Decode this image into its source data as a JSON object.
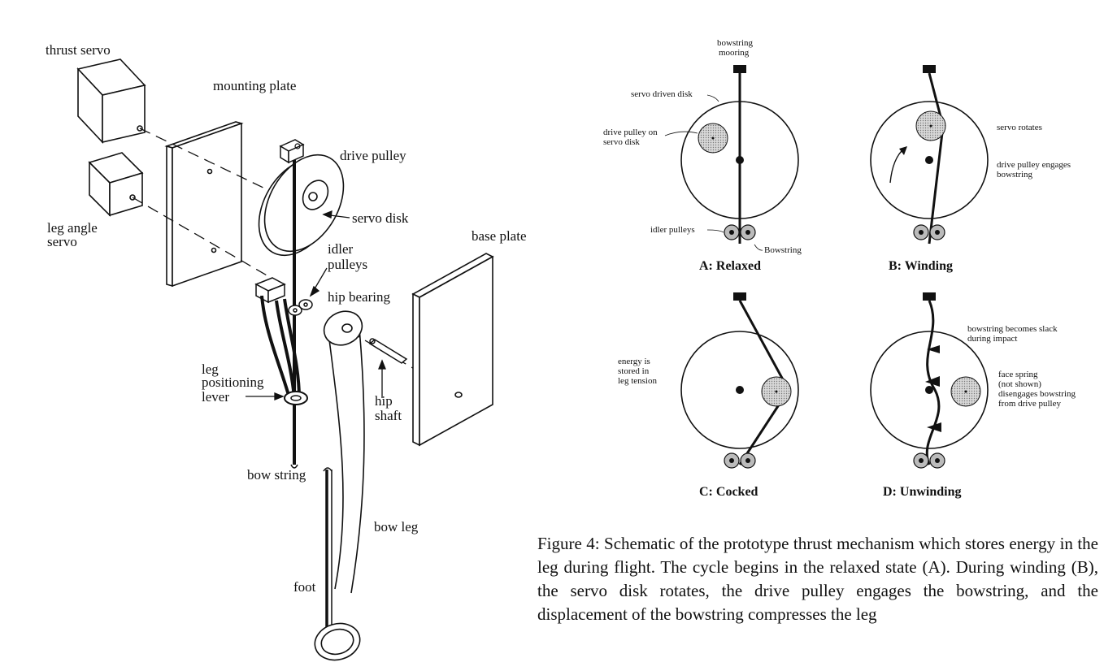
{
  "left_labels": {
    "thrust_servo": "thrust servo",
    "mounting_plate": "mounting plate",
    "drive_pulley": "drive pulley",
    "servo_disk": "servo disk",
    "leg_angle_servo_1": "leg angle",
    "leg_angle_servo_2": "servo",
    "base_plate": "base plate",
    "idler_pulleys_1": "idler",
    "idler_pulleys_2": "pulleys",
    "hip_bearing": "hip bearing",
    "leg_positioning_1": "leg",
    "leg_positioning_2": "positioning",
    "leg_positioning_3": "lever",
    "hip_shaft_1": "hip",
    "hip_shaft_2": "shaft",
    "bow_string": "bow string",
    "bow_leg": "bow leg",
    "foot": "foot"
  },
  "panels": {
    "a_caption": "A: Relaxed",
    "b_caption": "B: Winding",
    "c_caption": "C: Cocked",
    "d_caption": "D: Unwinding",
    "bowstring_mooring_1": "bowstring",
    "bowstring_mooring_2": "mooring",
    "servo_driven_disk": "servo driven disk",
    "drive_pulley_on_1": "drive pulley on",
    "drive_pulley_on_2": "servo disk",
    "idler_pulleys": "idler pulleys",
    "bowstring": "Bowstring",
    "servo_rotates": "servo rotates",
    "drive_pulley_engages_1": "drive pulley engages",
    "drive_pulley_engages_2": "bowstring",
    "energy_1": "energy is",
    "energy_2": "stored in",
    "energy_3": "leg tension",
    "slack_1": "bowstring becomes slack",
    "slack_2": "during impact",
    "face_spring_1": "face spring",
    "face_spring_2": "(not shown)",
    "face_spring_3": "disengages bowstring",
    "face_spring_4": "from drive pulley"
  },
  "caption": "Figure 4: Schematic of the prototype thrust mechanism which stores energy in the leg during flight. The cycle begins in the relaxed state (A). During winding (B), the servo disk rotates, the drive pulley engages the bowstring, and the displacement of the bowstring compresses the leg"
}
